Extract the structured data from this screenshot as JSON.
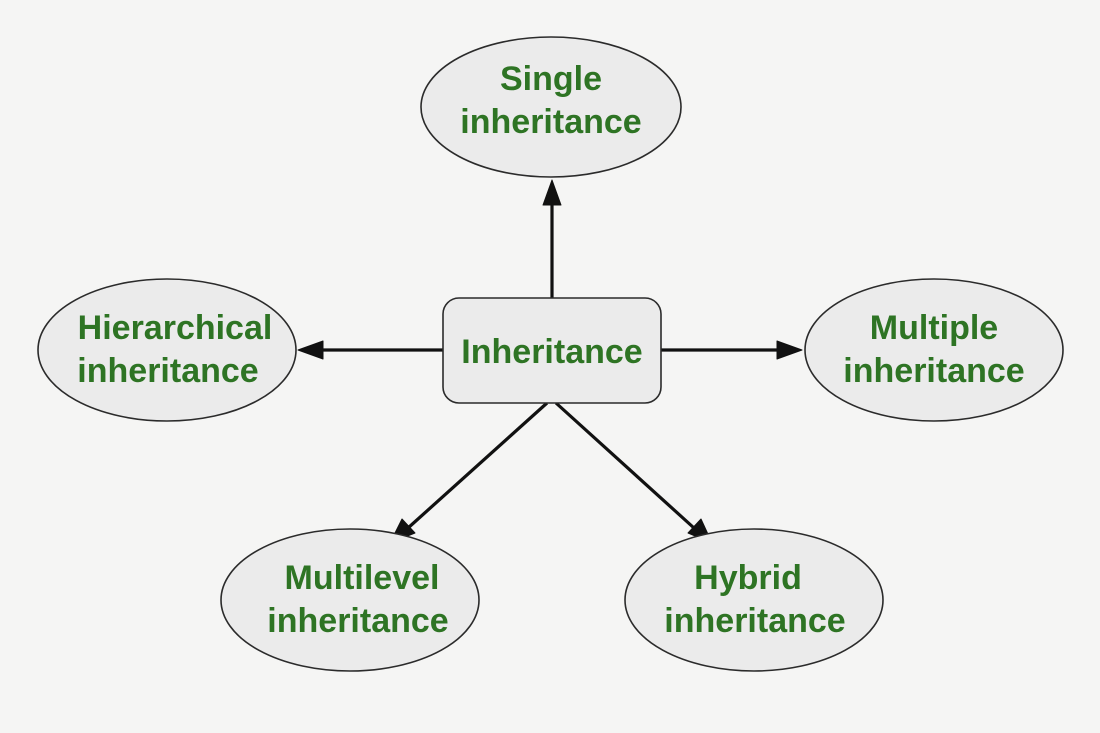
{
  "colors": {
    "text": "#2e7424",
    "edge": "#111111",
    "node_fill": "#ebebeb",
    "node_stroke": "#2b2b2b"
  },
  "center": {
    "label": "Inheritance"
  },
  "nodes": [
    {
      "id": "single",
      "lines": [
        "Single",
        "inheritance"
      ]
    },
    {
      "id": "hierarchical",
      "lines": [
        "Hierarchical",
        "inheritance"
      ]
    },
    {
      "id": "multiple",
      "lines": [
        "Multiple",
        "inheritance"
      ]
    },
    {
      "id": "multilevel",
      "lines": [
        "Multilevel",
        "inheritance"
      ]
    },
    {
      "id": "hybrid",
      "lines": [
        "Hybrid",
        "inheritance"
      ]
    }
  ],
  "edges": [
    {
      "from": "center",
      "to": "single"
    },
    {
      "from": "center",
      "to": "hierarchical"
    },
    {
      "from": "center",
      "to": "multiple"
    },
    {
      "from": "center",
      "to": "multilevel"
    },
    {
      "from": "center",
      "to": "hybrid"
    }
  ]
}
